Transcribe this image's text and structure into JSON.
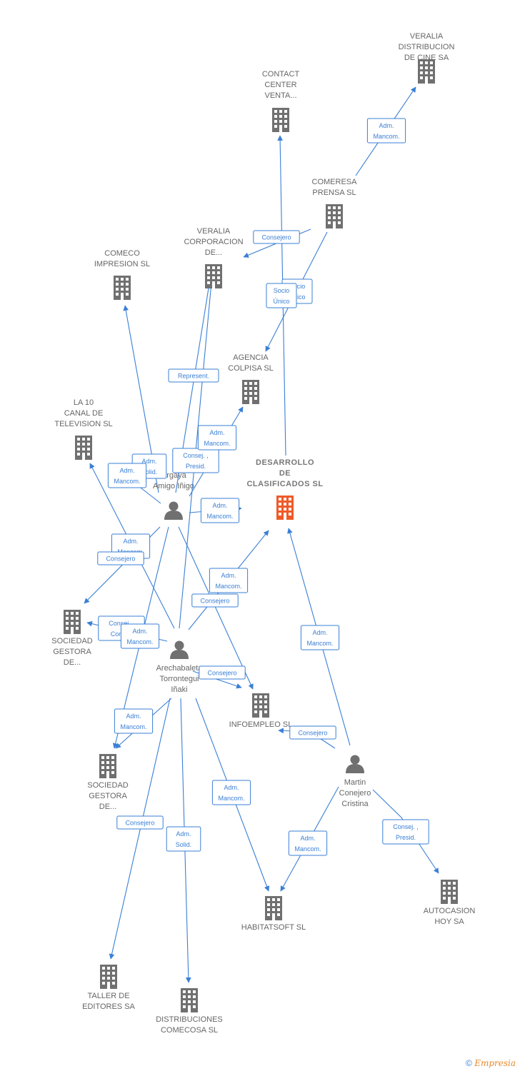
{
  "colors": {
    "edge": "#3a7fd5",
    "company": "#707070",
    "focus_company": "#f05a28",
    "person": "#707070"
  },
  "footer": {
    "copyright_symbol": "©",
    "brand": "Empresia"
  },
  "nodes": [
    {
      "id": "veralia_dist",
      "type": "company",
      "lines": [
        "VERALIA",
        "DISTRIBUCION",
        "DE CINE SA"
      ]
    },
    {
      "id": "contact_center",
      "type": "company",
      "lines": [
        "CONTACT",
        "CENTER",
        "VENTA..."
      ]
    },
    {
      "id": "comeresa",
      "type": "company",
      "lines": [
        "COMERESA",
        "PRENSA SL"
      ]
    },
    {
      "id": "veralia_corp",
      "type": "company",
      "lines": [
        "VERALIA",
        "CORPORACION",
        "DE..."
      ]
    },
    {
      "id": "comeco",
      "type": "company",
      "lines": [
        "COMECO",
        "IMPRESION SL"
      ]
    },
    {
      "id": "agencia_colpisa",
      "type": "company",
      "lines": [
        "AGENCIA",
        "COLPISA SL"
      ]
    },
    {
      "id": "la10",
      "type": "company",
      "lines": [
        "LA 10",
        "CANAL DE",
        "TELEVISION  SL"
      ]
    },
    {
      "id": "desarrollo",
      "type": "focus",
      "lines": [
        "DESARROLLO",
        "DE",
        "CLASIFICADOS SL"
      ]
    },
    {
      "id": "urgaya",
      "type": "person",
      "lines": [
        "Urgaya",
        "Amigo Iñigo"
      ]
    },
    {
      "id": "sociedad_gestora_1",
      "type": "company",
      "lines": [
        "SOCIEDAD",
        "GESTORA",
        "DE..."
      ]
    },
    {
      "id": "arechabaleta",
      "type": "person",
      "lines": [
        "Arechabaleta",
        "Torrontegui",
        "Iñaki"
      ]
    },
    {
      "id": "infoempleo",
      "type": "company",
      "lines": [
        "INFOEMPLEO SL"
      ]
    },
    {
      "id": "sociedad_gestora_2",
      "type": "company",
      "lines": [
        "SOCIEDAD",
        "GESTORA",
        "DE..."
      ]
    },
    {
      "id": "martin",
      "type": "person",
      "lines": [
        "Martin",
        "Conejero",
        "Cristina"
      ]
    },
    {
      "id": "habitatsoft",
      "type": "company",
      "lines": [
        "HABITATSOFT SL"
      ]
    },
    {
      "id": "autocasion",
      "type": "company",
      "lines": [
        "AUTOCASION",
        "HOY SA"
      ]
    },
    {
      "id": "taller",
      "type": "company",
      "lines": [
        "TALLER DE",
        "EDITORES SA"
      ]
    },
    {
      "id": "distribuciones",
      "type": "company",
      "lines": [
        "DISTRIBUCIONES",
        "COMECOSA SL"
      ]
    }
  ],
  "edges": [
    {
      "id": "comeresa-veralia_dist",
      "lines": [
        "Adm.",
        "Mancom."
      ]
    },
    {
      "id": "comeresa-veralia_corp",
      "lines": [
        "Consejero"
      ]
    },
    {
      "id": "comeresa-agencia",
      "lines": [
        "Socio",
        "Único"
      ]
    },
    {
      "id": "desarrollo-contact",
      "lines": [
        "Socio",
        "Único"
      ]
    },
    {
      "id": "urgaya-comeco",
      "lines": [
        "Adm.",
        "Solid."
      ]
    },
    {
      "id": "urgaya-veralia_corp",
      "lines": [
        "Represent."
      ]
    },
    {
      "id": "arech-veralia_corp",
      "lines": [
        "Consej. ,",
        "Presid."
      ]
    },
    {
      "id": "urgaya-agencia",
      "lines": [
        "Adm.",
        "Mancom."
      ]
    },
    {
      "id": "urgaya-la10",
      "lines": [
        "Adm.",
        "Mancom."
      ]
    },
    {
      "id": "urgaya-desarrollo",
      "lines": [
        "Adm.",
        "Mancom."
      ]
    },
    {
      "id": "arech-desarrollo",
      "lines": [
        "Adm.",
        "Mancom."
      ]
    },
    {
      "id": "arech-la10",
      "lines": [
        "Adm.",
        "Mancom."
      ]
    },
    {
      "id": "urgaya-sg1",
      "lines": [
        "Consejero"
      ]
    },
    {
      "id": "urgaya-infoempleo",
      "lines": [
        "Consejero"
      ]
    },
    {
      "id": "urgaya-sg2",
      "lines": [
        "Consej. ,",
        "Consej."
      ]
    },
    {
      "id": "arech-sg1",
      "lines": [
        "Adm.",
        "Mancom."
      ]
    },
    {
      "id": "arech-infoempleo",
      "lines": [
        "Consejero"
      ]
    },
    {
      "id": "arech-sg2",
      "lines": [
        "Adm.",
        "Mancom."
      ]
    },
    {
      "id": "martin-desarrollo",
      "lines": [
        "Adm.",
        "Mancom."
      ]
    },
    {
      "id": "martin-infoempleo",
      "lines": [
        "Consejero"
      ]
    },
    {
      "id": "arech-habitatsoft",
      "lines": [
        "Adm.",
        "Mancom."
      ]
    },
    {
      "id": "martin-habitatsoft",
      "lines": [
        "Adm.",
        "Mancom."
      ]
    },
    {
      "id": "martin-autocasion",
      "lines": [
        "Consej. ,",
        "Presid."
      ]
    },
    {
      "id": "arech-taller",
      "lines": [
        "Consejero"
      ]
    },
    {
      "id": "arech-distribuciones",
      "lines": [
        "Adm.",
        "Solid."
      ]
    }
  ]
}
